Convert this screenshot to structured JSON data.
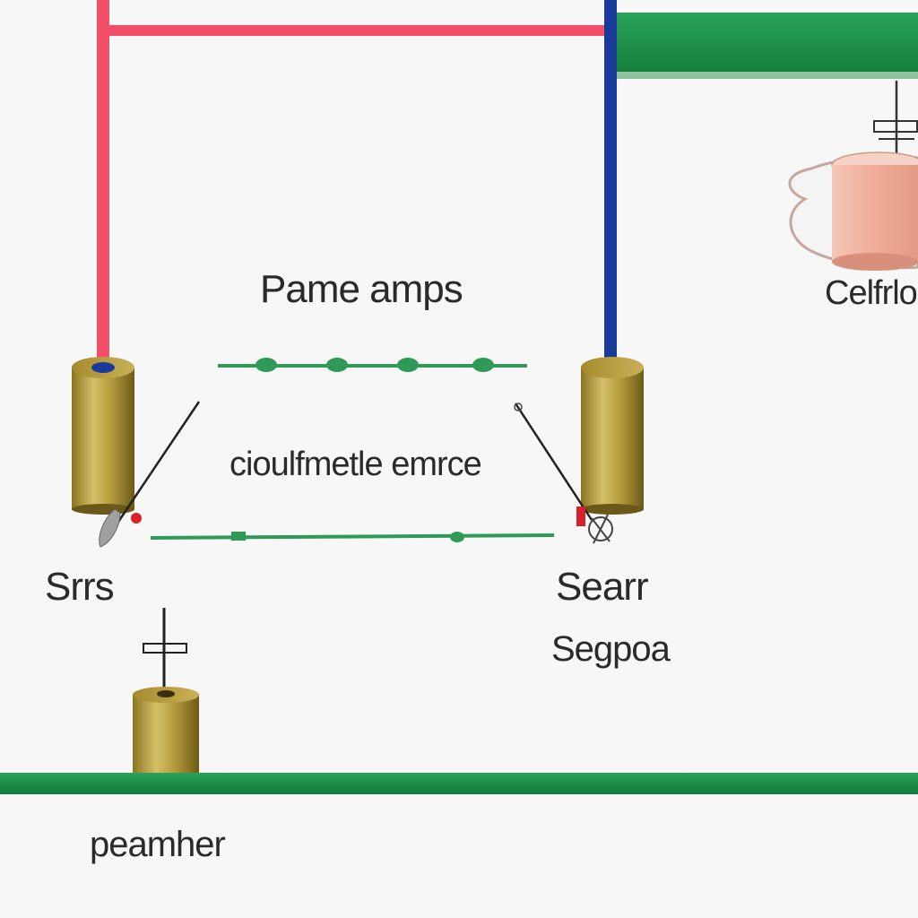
{
  "labels": {
    "top_center": "Pame amps",
    "middle_center": "cioulfmetle emrce",
    "right_top": "Celfrlo",
    "left_cylinder": "Srrs",
    "right_cylinder_1": "Searr",
    "right_cylinder_2": "Segpoa",
    "bottom": "peamher"
  },
  "colors": {
    "background": "#f7f7f7",
    "red_wire": "#f25068",
    "blue_wire": "#1a3a9a",
    "green_line": "#2e9a55",
    "green_bar": "#1e8a45",
    "cylinder_gold": "#b59a3a",
    "cup_pink": "#f2b1a0",
    "label_text": "#2a2a2a"
  },
  "icons": {
    "left_cylinder": "gold-cylinder-icon",
    "right_cylinder": "gold-cylinder-icon",
    "bottom_cylinder": "gold-cylinder-icon",
    "cup": "pink-cup-icon",
    "probe": "needle-probe-icon"
  }
}
